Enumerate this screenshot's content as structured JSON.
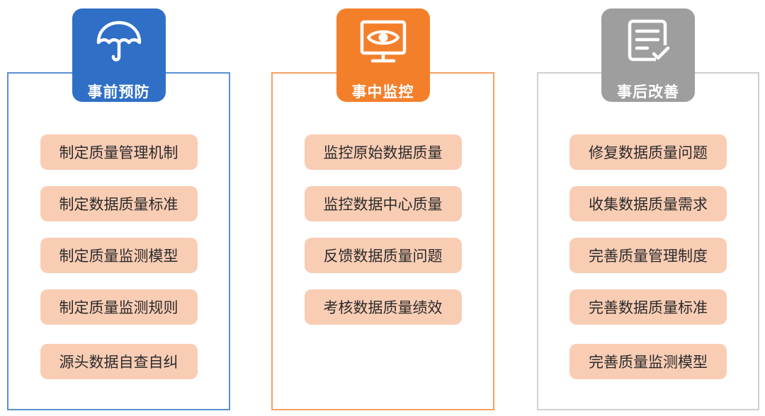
{
  "columns": [
    {
      "title": "事前预防",
      "icon": "umbrella-icon",
      "color": "#2f6fc6",
      "border_color": "#5b8fd6",
      "items": [
        "制定质量管理机制",
        "制定数据质量标准",
        "制定质量监测模型",
        "制定质量监测规则",
        "源头数据自查自纠"
      ]
    },
    {
      "title": "事中监控",
      "icon": "eye-monitor-icon",
      "color": "#f47f2b",
      "border_color": "#f5a062",
      "items": [
        "监控原始数据质量",
        "监控数据中心质量",
        "反馈数据质量问题",
        "考核数据质量绩效"
      ]
    },
    {
      "title": "事后改善",
      "icon": "document-check-icon",
      "color": "#9e9e9e",
      "border_color": "#cfcfcf",
      "items": [
        "修复数据质量问题",
        "收集数据质量需求",
        "完善质量管理制度",
        "完善数据质量标准",
        "完善质量监测模型"
      ]
    }
  ],
  "item_background": "#f9cdb4"
}
